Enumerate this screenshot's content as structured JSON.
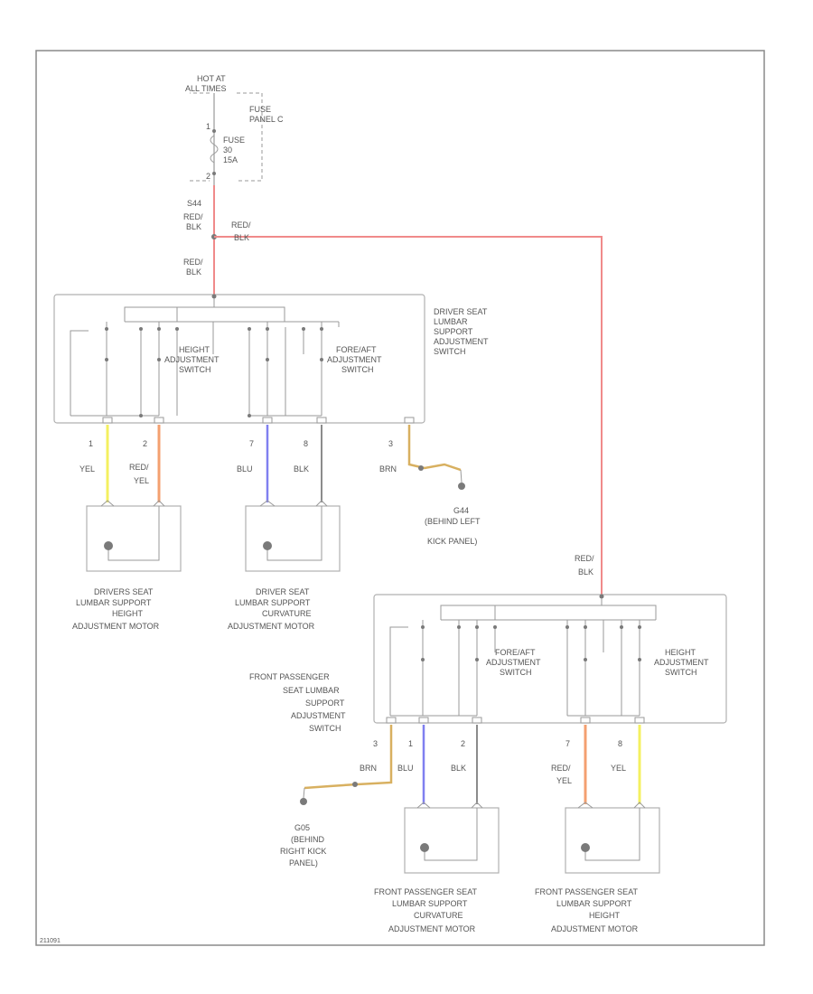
{
  "power": {
    "hot_label": [
      "HOT AT",
      "ALL TIMES"
    ],
    "fuse_panel": [
      "FUSE",
      "PANEL C"
    ],
    "fuse": [
      "FUSE",
      "30",
      "15A"
    ],
    "fuse_pin_top": "1",
    "fuse_pin_bottom": "2",
    "splice": "S44",
    "wire_a": [
      "RED/",
      "BLK"
    ],
    "wire_b": [
      "RED/",
      "BLK"
    ],
    "wire_c": [
      "RED/",
      "BLK"
    ]
  },
  "driver_switch": {
    "title": [
      "DRIVER SEAT",
      "LUMBAR",
      "SUPPORT",
      "ADJUSTMENT",
      "SWITCH"
    ],
    "height": [
      "HEIGHT",
      "ADJUSTMENT",
      "SWITCH"
    ],
    "foreaft": [
      "FORE/AFT",
      "ADJUSTMENT",
      "SWITCH"
    ],
    "pins": [
      "1",
      "2",
      "7",
      "8",
      "3"
    ],
    "wires": [
      "YEL",
      "RED/\nYEL",
      "BLU",
      "BLK",
      "BRN"
    ],
    "ground": [
      "G44",
      "(BEHIND LEFT",
      "KICK PANEL)"
    ]
  },
  "driver_motors": [
    {
      "label": [
        "DRIVERS SEAT",
        "LUMBAR SUPPORT",
        "HEIGHT",
        "ADJUSTMENT MOTOR"
      ]
    },
    {
      "label": [
        "DRIVER SEAT",
        "LUMBAR SUPPORT",
        "CURVATURE",
        "ADJUSTMENT MOTOR"
      ]
    }
  ],
  "passenger_feed": [
    "RED/",
    "BLK"
  ],
  "passenger_switch": {
    "title": [
      "FRONT PASSENGER",
      "SEAT LUMBAR",
      "SUPPORT",
      "ADJUSTMENT",
      "SWITCH"
    ],
    "foreaft": [
      "FORE/AFT",
      "ADJUSTMENT",
      "SWITCH"
    ],
    "height": [
      "HEIGHT",
      "ADJUSTMENT",
      "SWITCH"
    ],
    "pins": [
      "3",
      "1",
      "2",
      "7",
      "8"
    ],
    "wires": [
      "BRN",
      "BLU",
      "BLK",
      "RED/\nYEL",
      "YEL"
    ],
    "ground": [
      "G05",
      "(BEHIND",
      "RIGHT KICK",
      "PANEL)"
    ]
  },
  "passenger_motors": [
    {
      "label": [
        "FRONT PASSENGER SEAT",
        "LUMBAR SUPPORT",
        "CURVATURE",
        "ADJUSTMENT MOTOR"
      ]
    },
    {
      "label": [
        "FRONT PASSENGER SEAT",
        "LUMBAR SUPPORT",
        "HEIGHT",
        "ADJUSTMENT MOTOR"
      ]
    }
  ],
  "figure_id": "211091"
}
